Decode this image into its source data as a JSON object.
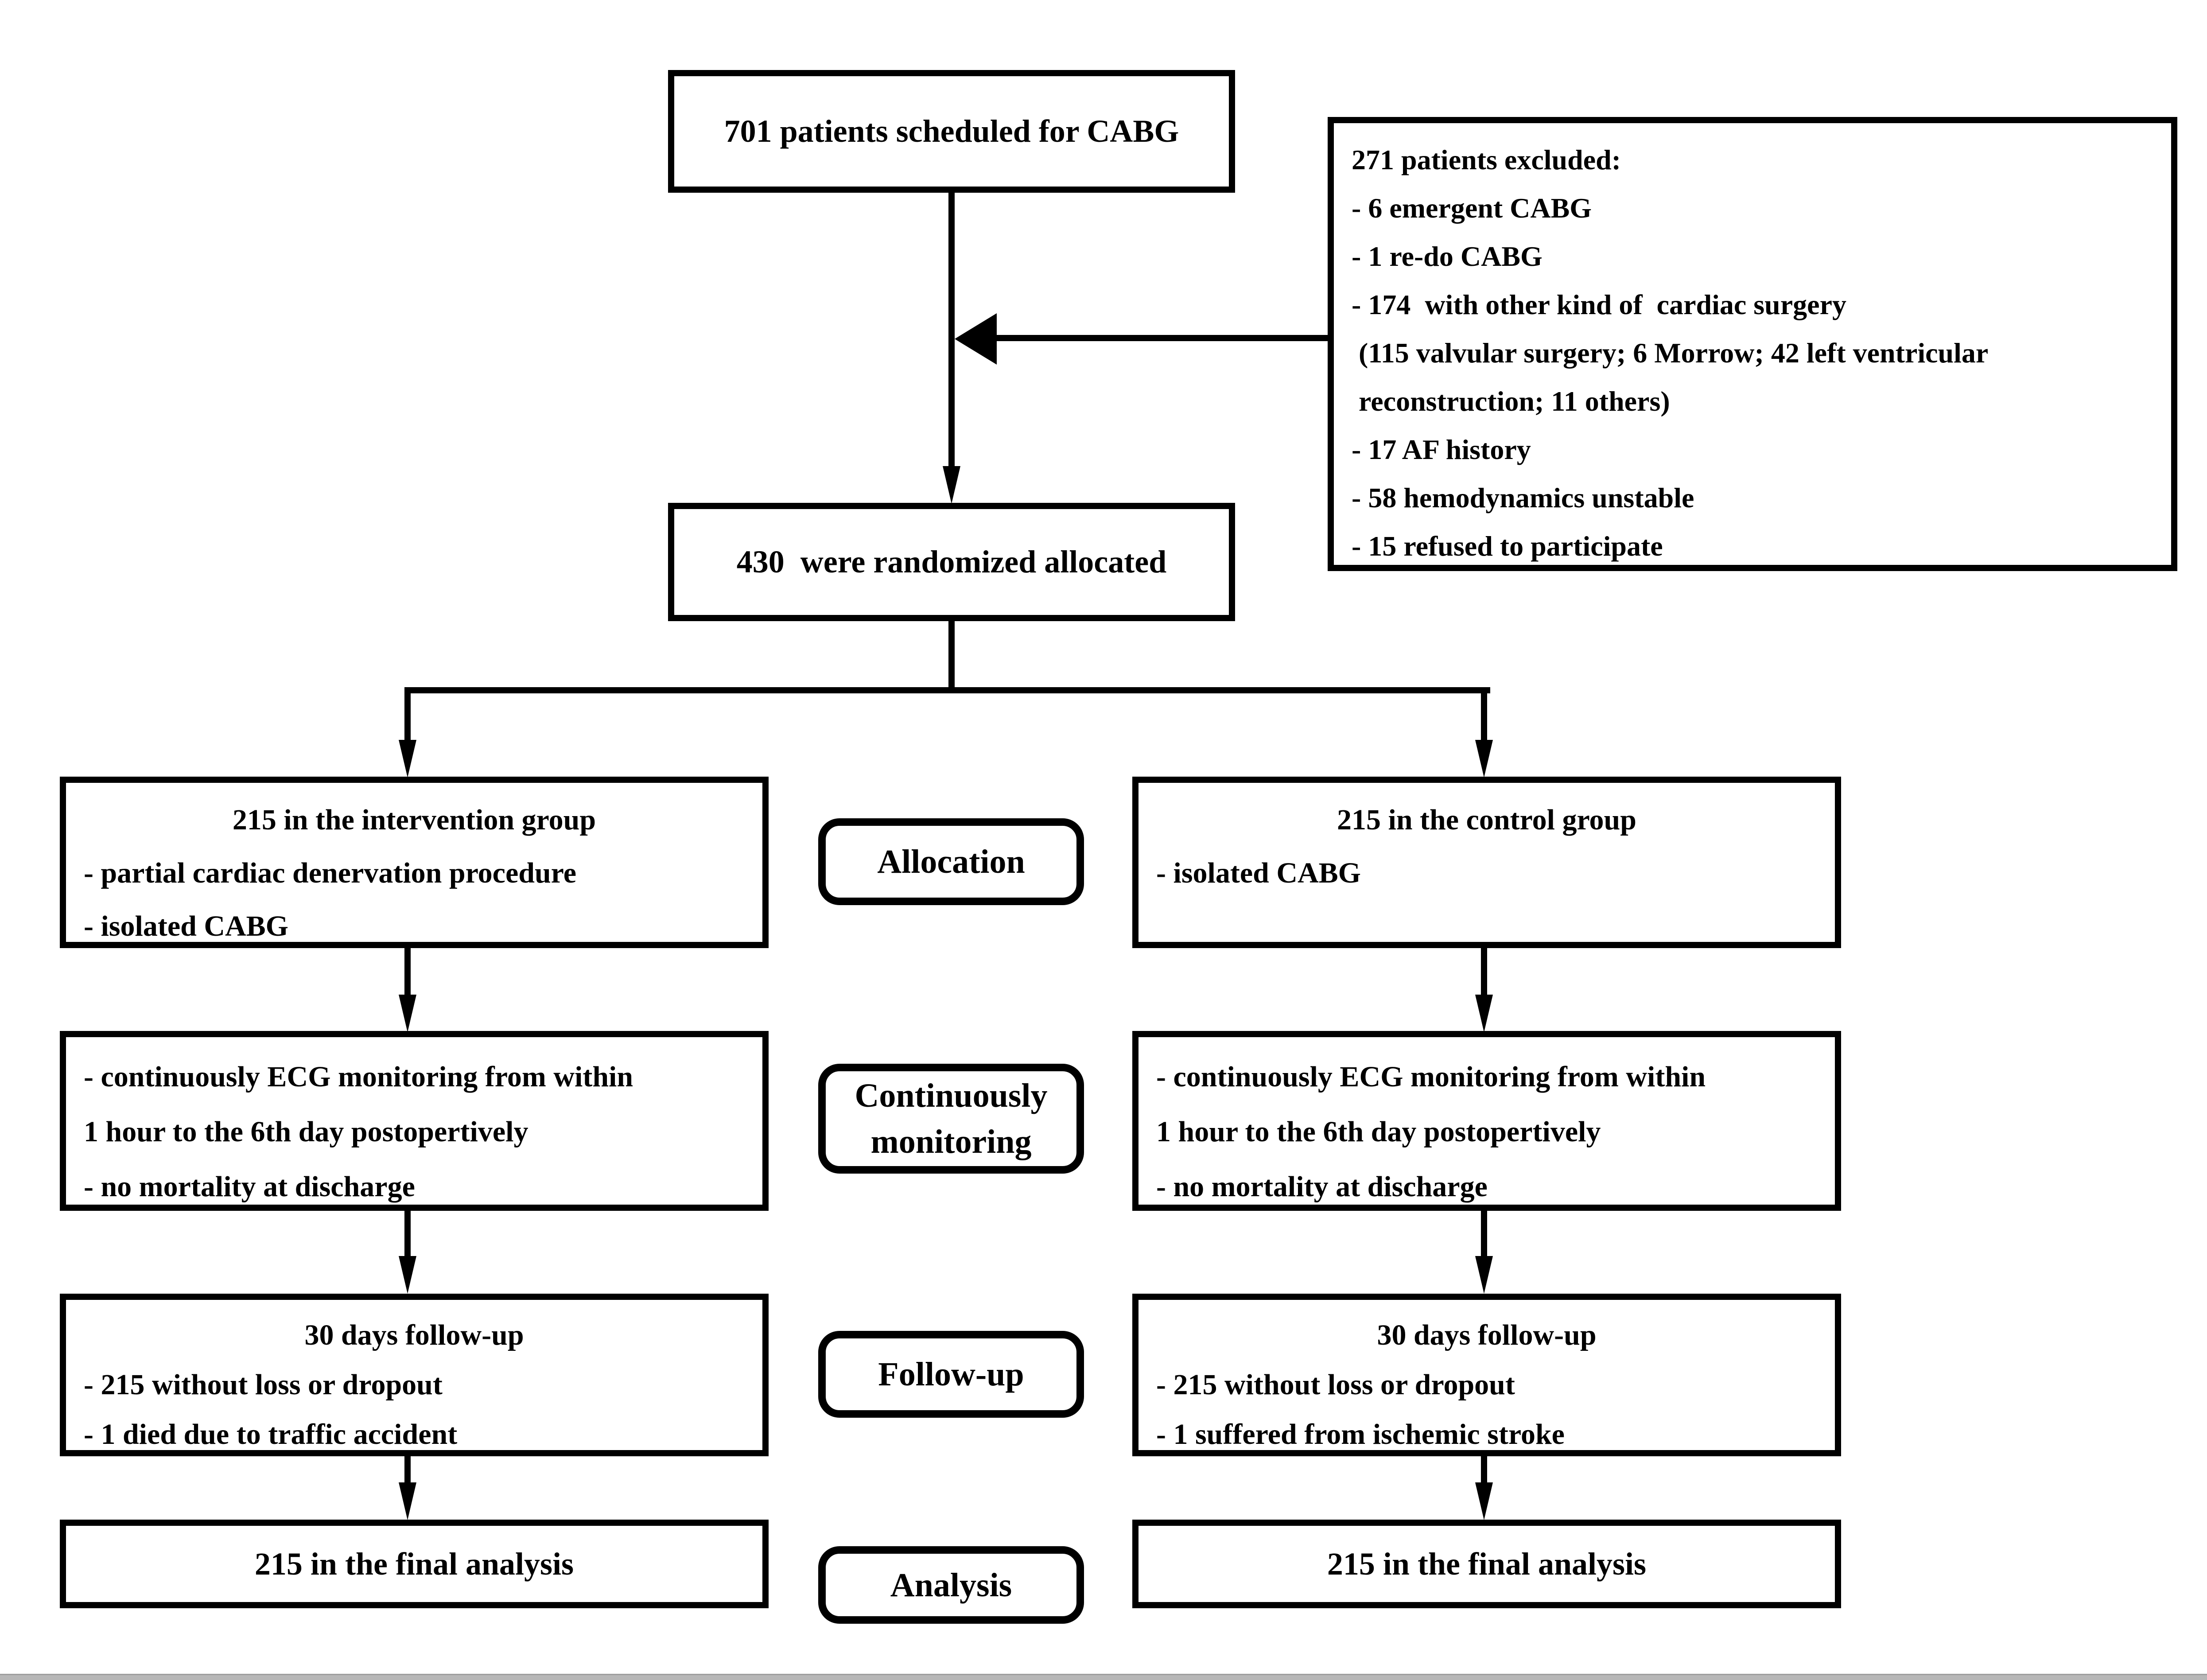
{
  "boxes": {
    "scheduled": {
      "text": "701 patients scheduled for CABG"
    },
    "excluded": {
      "header": "271 patients excluded:",
      "items": [
        "- 6 emergent CABG",
        "- 1 re-do CABG",
        "- 174  with other kind of  cardiac surgery",
        " (115 valvular surgery; 6 Morrow; 42 left ventricular",
        " reconstruction; 11 others)",
        "- 17 AF history",
        "- 58 hemodynamics unstable",
        "- 15 refused to participate"
      ]
    },
    "randomized": {
      "text": "430  were randomized allocated"
    },
    "intervention_group": {
      "title": "215 in the intervention group",
      "items": [
        "- partial cardiac denervation procedure",
        "- isolated CABG"
      ]
    },
    "control_group": {
      "title": "215 in the control group",
      "items": [
        "- isolated CABG"
      ]
    },
    "intervention_monitoring": {
      "lines": [
        "- continuously ECG monitoring from within",
        "1 hour to the 6th day postopertively",
        "- no mortality at discharge"
      ]
    },
    "control_monitoring": {
      "lines": [
        "- continuously ECG monitoring from within",
        "1 hour to the 6th day postopertively",
        "- no mortality at discharge"
      ]
    },
    "intervention_followup": {
      "title": "30 days follow-up",
      "items": [
        "- 215 without loss or dropout",
        "- 1 died due to traffic accident"
      ]
    },
    "control_followup": {
      "title": "30 days follow-up",
      "items": [
        "- 215 without loss or dropout",
        "- 1 suffered from ischemic stroke"
      ]
    },
    "intervention_analysis": {
      "text": "215 in the final analysis"
    },
    "control_analysis": {
      "text": "215 in the final analysis"
    }
  },
  "stage_labels": {
    "allocation": "Allocation",
    "monitoring": "Continuously monitoring",
    "followup": "Follow-up",
    "analysis": "Analysis"
  },
  "colors": {
    "line": "#000000",
    "background": "#ffffff",
    "footer_bar": "#b7b7b7"
  }
}
